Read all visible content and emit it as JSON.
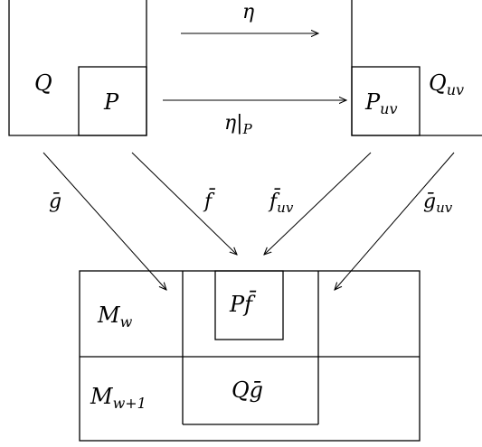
{
  "diagram": {
    "nodes": {
      "Q": {
        "label": "Q"
      },
      "P": {
        "label": "P"
      },
      "P_uv": {
        "label": "P",
        "sub": "uv"
      },
      "Q_uv": {
        "label": "Q",
        "sub": "uv"
      },
      "M_w": {
        "label": "M",
        "sub": "w"
      },
      "M_w1": {
        "label": "M",
        "sub": "w+1"
      },
      "P_fbar": {
        "label": "Pf̄"
      },
      "Q_gbar": {
        "label": "Qḡ"
      }
    },
    "edges": {
      "eta": {
        "label": "η"
      },
      "eta_restricted": {
        "label": "η|",
        "sub": "P"
      },
      "g_bar": {
        "label": "ḡ"
      },
      "f_bar": {
        "label": "f̄"
      },
      "f_bar_uv": {
        "label": "f̄",
        "sub": "uv"
      },
      "g_bar_uv": {
        "label": "ḡ",
        "sub": "uv"
      }
    }
  },
  "colors": {
    "stroke": "#000000",
    "background": "#ffffff"
  }
}
